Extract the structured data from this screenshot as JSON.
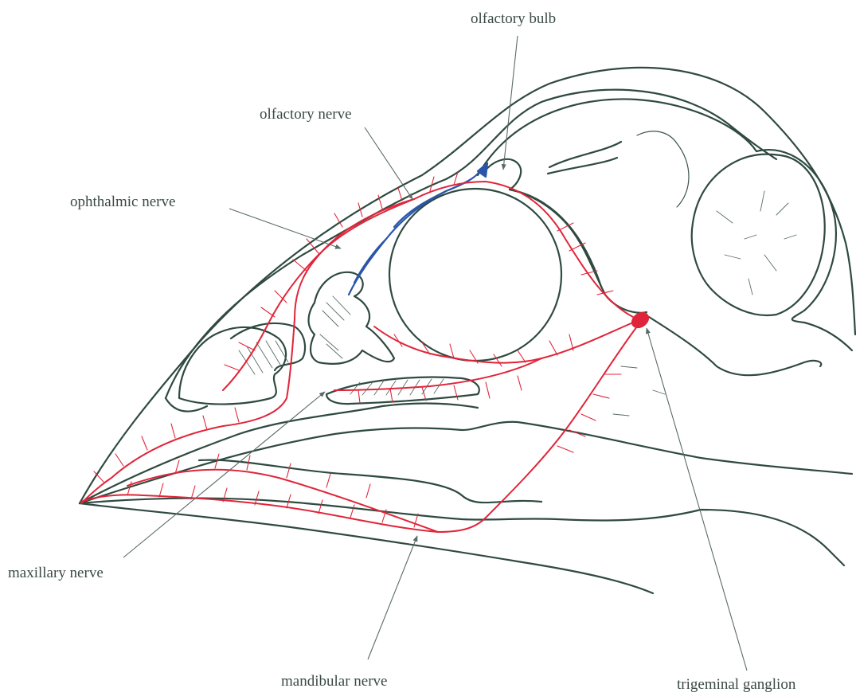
{
  "labels": {
    "olfactory_bulb": "olfactory bulb",
    "olfactory_nerve": "olfactory nerve",
    "ophthalmic_nerve": "ophthalmic nerve",
    "maxillary_nerve": "maxillary nerve",
    "mandibular_nerve": "mandibular nerve",
    "trigeminal_ganglion": "trigeminal ganglion"
  },
  "colors": {
    "outline": "#2f4a40",
    "trigeminal_nerves": "#e0253a",
    "olfactory_nerve": "#2a55a8",
    "label_text": "#3a4a44"
  }
}
